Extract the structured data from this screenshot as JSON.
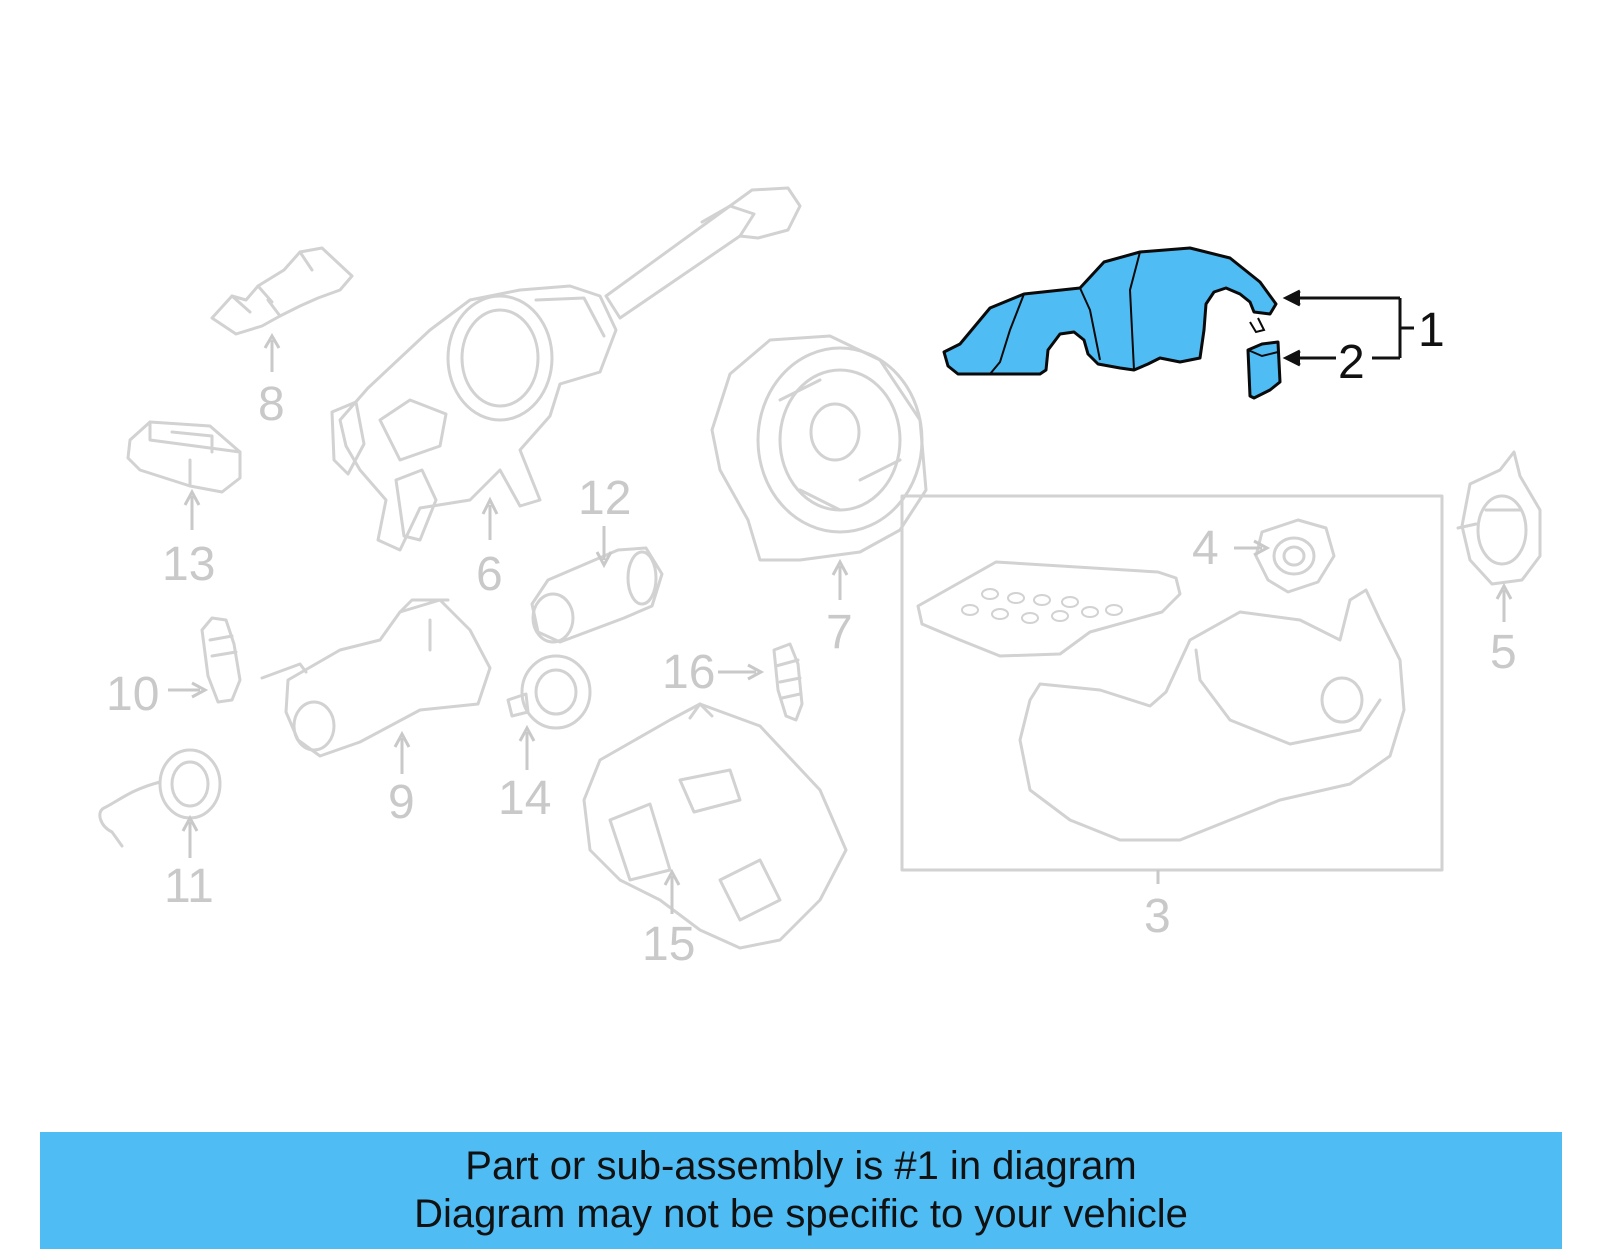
{
  "callouts": [
    "1",
    "2",
    "3",
    "4",
    "5",
    "6",
    "7",
    "8",
    "9",
    "10",
    "11",
    "12",
    "13",
    "14",
    "15",
    "16"
  ],
  "highlighted_callouts": [
    "1",
    "2"
  ],
  "highlight_color": "#4fbcf4",
  "ghost_color": "#d2d2d2",
  "banner": {
    "line1": "Part or sub-assembly is #1 in diagram",
    "line2": "Diagram may not be specific to your vehicle",
    "color": "#4fbcf4"
  }
}
